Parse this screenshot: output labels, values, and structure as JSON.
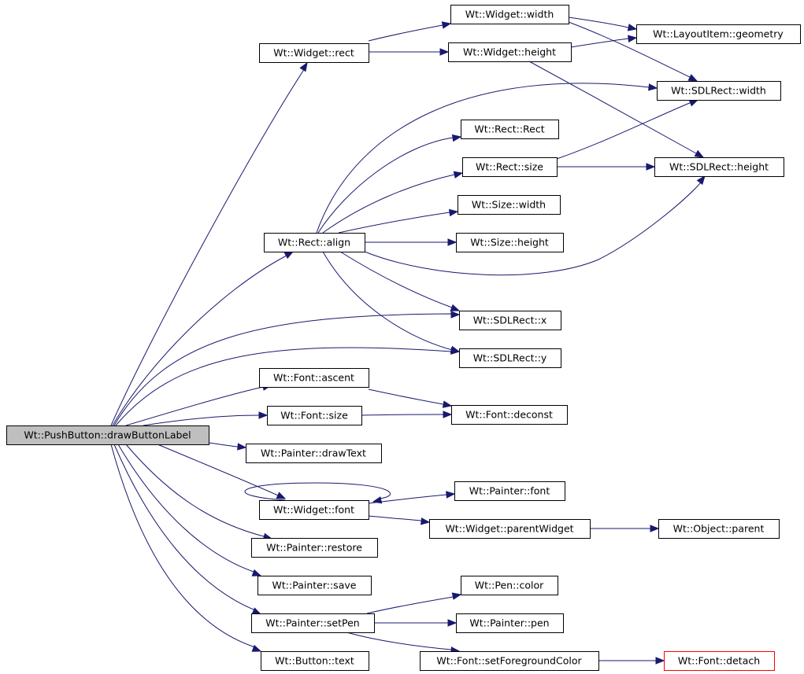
{
  "colors": {
    "edge": "#191970",
    "node_border": "#000000",
    "root_fill": "#bfbfbf",
    "leaf_external_border": "#ff0000"
  },
  "nodes": [
    {
      "id": "pushbutton_drawbuttonlabel",
      "label": "Wt::PushButton::drawButtonLabel",
      "style": "root"
    },
    {
      "id": "widget_rect",
      "label": "Wt::Widget::rect"
    },
    {
      "id": "widget_width",
      "label": "Wt::Widget::width"
    },
    {
      "id": "widget_height",
      "label": "Wt::Widget::height"
    },
    {
      "id": "layoutitem_geometry",
      "label": "Wt::LayoutItem::geometry"
    },
    {
      "id": "sdlrect_width",
      "label": "Wt::SDLRect::width"
    },
    {
      "id": "rect_rect",
      "label": "Wt::Rect::Rect"
    },
    {
      "id": "rect_size",
      "label": "Wt::Rect::size"
    },
    {
      "id": "sdlrect_height",
      "label": "Wt::SDLRect::height"
    },
    {
      "id": "size_width",
      "label": "Wt::Size::width"
    },
    {
      "id": "rect_align",
      "label": "Wt::Rect::align"
    },
    {
      "id": "size_height",
      "label": "Wt::Size::height"
    },
    {
      "id": "sdlrect_x",
      "label": "Wt::SDLRect::x"
    },
    {
      "id": "sdlrect_y",
      "label": "Wt::SDLRect::y"
    },
    {
      "id": "font_ascent",
      "label": "Wt::Font::ascent"
    },
    {
      "id": "font_size",
      "label": "Wt::Font::size"
    },
    {
      "id": "font_deconst",
      "label": "Wt::Font::deconst"
    },
    {
      "id": "painter_drawtext",
      "label": "Wt::Painter::drawText"
    },
    {
      "id": "painter_font",
      "label": "Wt::Painter::font"
    },
    {
      "id": "widget_font",
      "label": "Wt::Widget::font"
    },
    {
      "id": "widget_parentwidget",
      "label": "Wt::Widget::parentWidget"
    },
    {
      "id": "object_parent",
      "label": "Wt::Object::parent"
    },
    {
      "id": "painter_restore",
      "label": "Wt::Painter::restore"
    },
    {
      "id": "painter_save",
      "label": "Wt::Painter::save"
    },
    {
      "id": "pen_color",
      "label": "Wt::Pen::color"
    },
    {
      "id": "painter_setpen",
      "label": "Wt::Painter::setPen"
    },
    {
      "id": "painter_pen",
      "label": "Wt::Painter::pen"
    },
    {
      "id": "button_text",
      "label": "Wt::Button::text"
    },
    {
      "id": "font_setforegroundcolor",
      "label": "Wt::Font::setForegroundColor"
    },
    {
      "id": "font_detach",
      "label": "Wt::Font::detach",
      "style": "external"
    }
  ],
  "edges": [
    {
      "from": "pushbutton_drawbuttonlabel",
      "to": "widget_rect"
    },
    {
      "from": "pushbutton_drawbuttonlabel",
      "to": "rect_align"
    },
    {
      "from": "pushbutton_drawbuttonlabel",
      "to": "sdlrect_x"
    },
    {
      "from": "pushbutton_drawbuttonlabel",
      "to": "sdlrect_y"
    },
    {
      "from": "pushbutton_drawbuttonlabel",
      "to": "font_ascent"
    },
    {
      "from": "pushbutton_drawbuttonlabel",
      "to": "font_size"
    },
    {
      "from": "pushbutton_drawbuttonlabel",
      "to": "painter_drawtext"
    },
    {
      "from": "pushbutton_drawbuttonlabel",
      "to": "widget_font"
    },
    {
      "from": "pushbutton_drawbuttonlabel",
      "to": "painter_restore"
    },
    {
      "from": "pushbutton_drawbuttonlabel",
      "to": "painter_save"
    },
    {
      "from": "pushbutton_drawbuttonlabel",
      "to": "painter_setpen"
    },
    {
      "from": "pushbutton_drawbuttonlabel",
      "to": "button_text"
    },
    {
      "from": "widget_rect",
      "to": "widget_width"
    },
    {
      "from": "widget_rect",
      "to": "widget_height"
    },
    {
      "from": "widget_width",
      "to": "layoutitem_geometry"
    },
    {
      "from": "widget_width",
      "to": "sdlrect_width"
    },
    {
      "from": "widget_height",
      "to": "layoutitem_geometry"
    },
    {
      "from": "widget_height",
      "to": "sdlrect_height"
    },
    {
      "from": "rect_align",
      "to": "sdlrect_width"
    },
    {
      "from": "rect_align",
      "to": "rect_rect"
    },
    {
      "from": "rect_align",
      "to": "rect_size"
    },
    {
      "from": "rect_align",
      "to": "size_width"
    },
    {
      "from": "rect_align",
      "to": "size_height"
    },
    {
      "from": "rect_align",
      "to": "sdlrect_height"
    },
    {
      "from": "rect_align",
      "to": "sdlrect_x"
    },
    {
      "from": "rect_align",
      "to": "sdlrect_y"
    },
    {
      "from": "rect_size",
      "to": "sdlrect_width"
    },
    {
      "from": "rect_size",
      "to": "sdlrect_height"
    },
    {
      "from": "font_ascent",
      "to": "font_deconst"
    },
    {
      "from": "font_size",
      "to": "font_deconst"
    },
    {
      "from": "widget_font",
      "to": "widget_font"
    },
    {
      "from": "widget_font",
      "to": "painter_font"
    },
    {
      "from": "widget_font",
      "to": "widget_parentwidget"
    },
    {
      "from": "widget_parentwidget",
      "to": "object_parent"
    },
    {
      "from": "painter_setpen",
      "to": "pen_color"
    },
    {
      "from": "painter_setpen",
      "to": "painter_pen"
    },
    {
      "from": "painter_setpen",
      "to": "font_setforegroundcolor"
    },
    {
      "from": "font_setforegroundcolor",
      "to": "font_detach"
    }
  ]
}
